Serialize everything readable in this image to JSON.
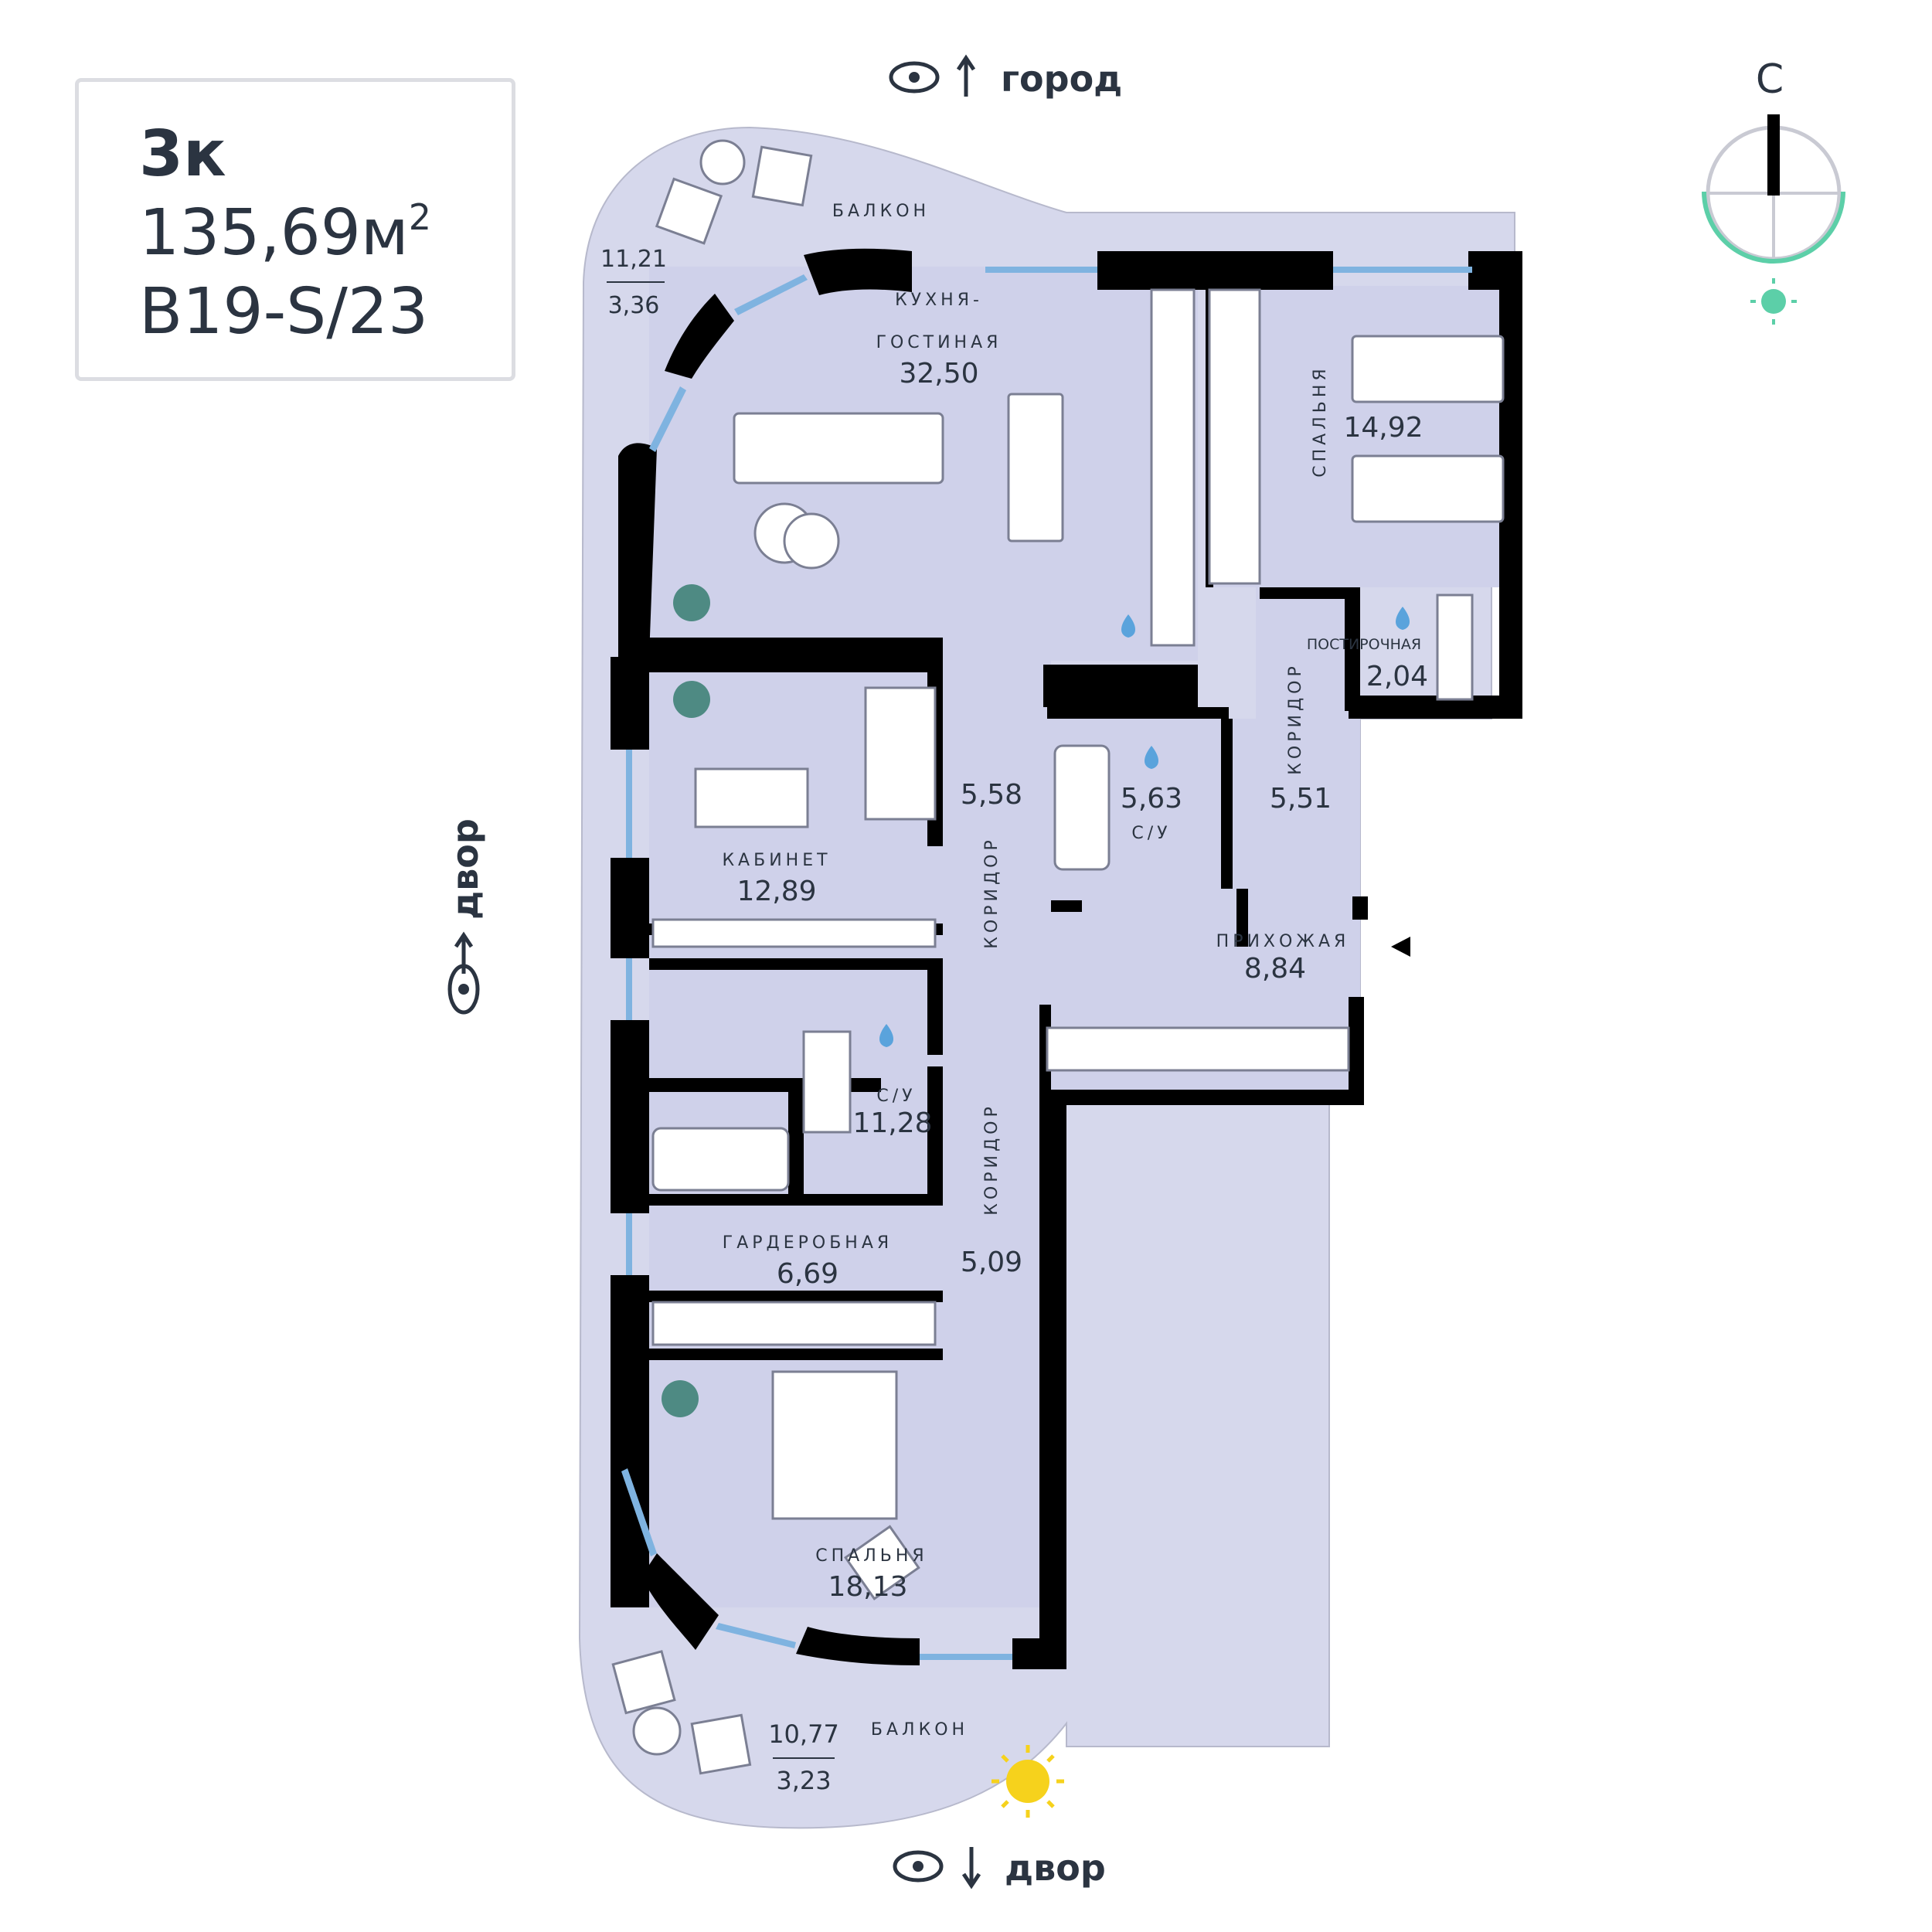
{
  "apartment": {
    "type": "3к",
    "area": "135,69м",
    "area_sup": "2",
    "code": "B19-S/23"
  },
  "views": {
    "top": "город",
    "left": "двор",
    "bottom": "двор"
  },
  "compass": {
    "north": "С"
  },
  "rooms": {
    "balcony_top": {
      "label": "БАЛКОН",
      "area": "11,21",
      "reduced": "3,36"
    },
    "kitchen": {
      "label1": "КУХНЯ-",
      "label2": "ГОСТИНАЯ",
      "area": "32,50"
    },
    "bedroom_ne": {
      "label": "СПАЛЬНЯ",
      "area": "14,92"
    },
    "laundry": {
      "label": "ПОСТИРОЧНАЯ",
      "area": "2,04"
    },
    "cabinet": {
      "label": "КАБИНЕТ",
      "area": "12,89"
    },
    "corridor_1": {
      "label": "КОРИДОР",
      "area": "5,58"
    },
    "bath_small": {
      "label": "С/У",
      "area": "5,63"
    },
    "corridor_2": {
      "label": "КОРИДОР",
      "area": "5,51"
    },
    "hallway": {
      "label": "ПРИХОЖАЯ",
      "area": "8,84"
    },
    "bath_big": {
      "label": "С/У",
      "area": "11,28"
    },
    "wardrobe": {
      "label": "ГАРДЕРОБНАЯ",
      "area": "6,69"
    },
    "corridor_3": {
      "label": "КОРИДОР",
      "area": "5,09"
    },
    "bedroom_s": {
      "label": "СПАЛЬНЯ",
      "area": "18,13"
    },
    "balcony_bottom": {
      "label": "БАЛКОН",
      "area": "10,77",
      "reduced": "3,23"
    }
  },
  "colors": {
    "floor": "#cfd1ea",
    "balcony": "#d6d8ec",
    "wall": "#000000",
    "window": "#7fb3e0",
    "text": "#2b3441",
    "sun": "#f6d21c",
    "sun_north": "#5ccfa8",
    "compass_arc": "#5ccfa8"
  }
}
